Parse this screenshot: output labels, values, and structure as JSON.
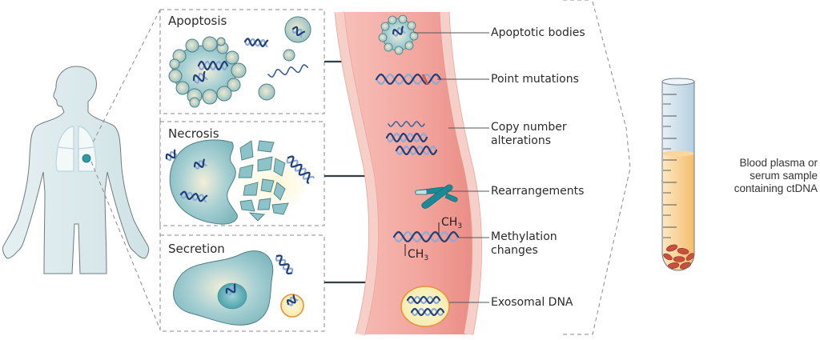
{
  "title": "Sources of circulating tumour DNA in blood",
  "panels": [
    {
      "id": "apoptosis",
      "label": "Apoptosis"
    },
    {
      "id": "necrosis",
      "label": "Necrosis"
    },
    {
      "id": "secretion",
      "label": "Secretion"
    }
  ],
  "vessel_labels": [
    {
      "id": "apoptotic-bodies",
      "lines": [
        "Apoptotic bodies"
      ]
    },
    {
      "id": "point-mutations",
      "lines": [
        "Point mutations"
      ]
    },
    {
      "id": "copy-number-alterations",
      "lines": [
        "Copy number",
        "alterations"
      ]
    },
    {
      "id": "rearrangements",
      "lines": [
        "Rearrangements"
      ]
    },
    {
      "id": "methylation-changes",
      "lines": [
        "Methylation",
        "changes"
      ]
    },
    {
      "id": "exosomal-dna",
      "lines": [
        "Exosomal DNA"
      ]
    }
  ],
  "methyl": {
    "base": "CH",
    "sub": "3"
  },
  "tube_label": [
    "Blood plasma or",
    "serum sample",
    "containing ctDNA"
  ],
  "colors": {
    "body_fill": "#dbe9ec",
    "body_stroke": "#6f7b7d",
    "cell_teal": "#8cc3c8",
    "cell_teal_dark": "#3f8b93",
    "vessel_fill": "#f0a49c",
    "vessel_wall": "#f6cfc8",
    "dna_dark": "#1d3f7a",
    "dna_light": "#8ea9d4",
    "mutation_red": "#e0584e",
    "chromosome": "#1c8a96",
    "exosome_fill": "#fbf4c7",
    "exosome_ring": "#e8913e",
    "plasma": "#f7c57e",
    "tube_top": "#cfe0ea",
    "rbc": "#c8503c",
    "dash": "#8a8a8a",
    "arrow": "#333d44"
  }
}
